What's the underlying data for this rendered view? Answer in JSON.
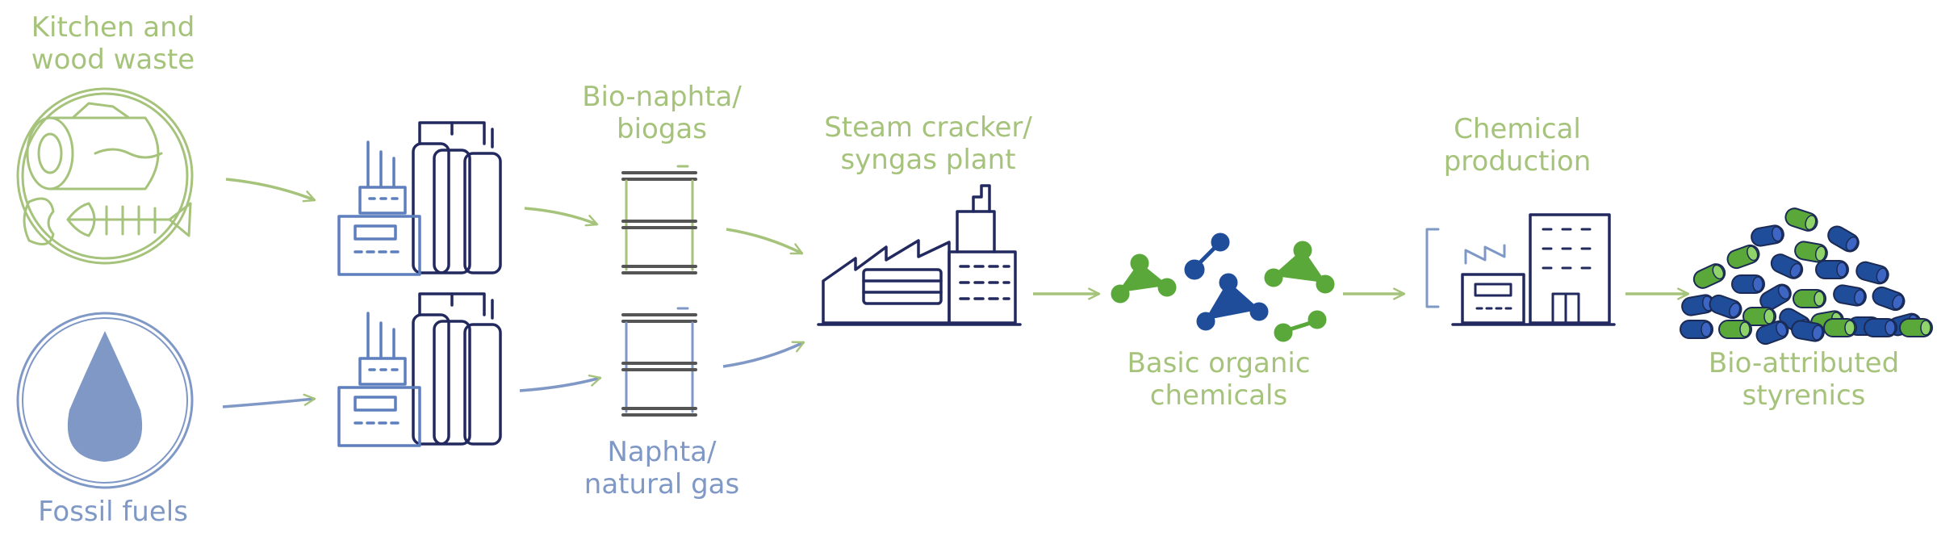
{
  "colors": {
    "green": "#a6c37b",
    "blue": "#7f98c6",
    "navy": "#22295f",
    "light_blue": "#5d7fbd",
    "bright_green": "#5aa83a",
    "molecule_navy": "#1f4d9a"
  },
  "labels": {
    "kitchen_line1": "Kitchen and",
    "kitchen_line2": "wood waste",
    "fossil": "Fossil fuels",
    "bionaphta_line1": "Bio-naphta/",
    "bionaphta_line2": "biogas",
    "naphta_line1": "Naphta/",
    "naphta_line2": "natural gas",
    "steam_line1": "Steam cracker/",
    "steam_line2": "syngas plant",
    "basic_line1": "Basic organic",
    "basic_line2": "chemicals",
    "chemprod_line1": "Chemical",
    "chemprod_line2": "production",
    "bioattr_line1": "Bio-attributed",
    "bioattr_line2": "styrenics"
  },
  "icons": [
    "kitchen-waste-icon",
    "fossil-drop-icon",
    "refinery-icon",
    "barrel-icon",
    "factory-icon",
    "molecule-icon",
    "chemical-plant-icon",
    "pellets-icon",
    "arrow-icon"
  ]
}
